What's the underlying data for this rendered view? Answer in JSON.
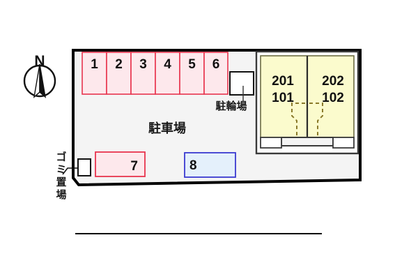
{
  "diagram": {
    "title": "Parking lot and apartment building site plan",
    "background_color": "#ffffff",
    "site_fill": "#f4f4f4",
    "site_stroke": "#000000"
  },
  "compass": {
    "label": "N",
    "name": "north-arrow"
  },
  "parking_area": {
    "label": "駐車場",
    "stall_fill": "#fde8ec",
    "stall_stroke": "#e8344e",
    "top_row": [
      {
        "number": "1"
      },
      {
        "number": "2"
      },
      {
        "number": "3"
      },
      {
        "number": "4"
      },
      {
        "number": "5"
      },
      {
        "number": "6"
      }
    ],
    "bottom_row": [
      {
        "number": "7",
        "fill": "#fde8ec",
        "stroke": "#e8344e"
      },
      {
        "number": "8",
        "fill": "#e4f0fb",
        "stroke": "#3a3ad0"
      }
    ]
  },
  "bicycle_parking": {
    "label": "駐輪場",
    "fill": "#ffffff",
    "stroke": "#000000"
  },
  "garbage_area": {
    "label": "ゴミ置場",
    "characters": [
      "ゴ",
      "ミ",
      "置",
      "場"
    ],
    "fill": "#ffffff",
    "stroke": "#000000"
  },
  "building": {
    "fill": "#fbfbcd",
    "stroke": "#6b6b43",
    "frame_stroke": "#3a3a3a",
    "units": [
      {
        "upper": "201",
        "lower": "101"
      },
      {
        "upper": "202",
        "lower": "102"
      }
    ],
    "balcony_fill": "#ffffff",
    "path_stroke": "#8a7a2a"
  },
  "road": {
    "name": "road-line",
    "stroke": "#000000"
  }
}
